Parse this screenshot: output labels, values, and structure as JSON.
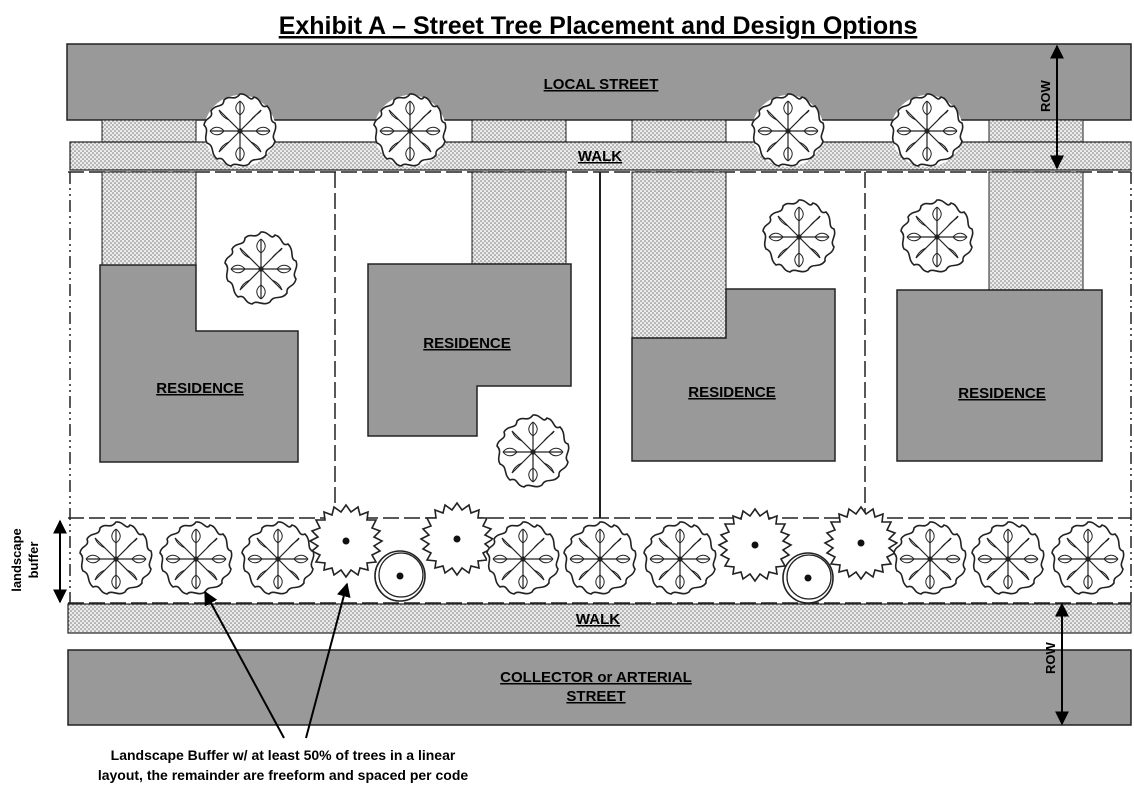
{
  "title": "Exhibit A – Street Tree Placement and Design Options",
  "labels": {
    "local_street": "LOCAL STREET",
    "walk_top": "WALK",
    "walk_bottom": "WALK",
    "collector_line1": "COLLECTOR or ARTERIAL",
    "collector_line2": "STREET",
    "row_top": "ROW",
    "row_bottom": "ROW",
    "landscape_line1": "landscape",
    "landscape_line2": "buffer",
    "caption_line1": "Landscape Buffer w/ at least 50% of trees in a linear",
    "caption_line2": "layout, the remainder are freeform and spaced per code"
  },
  "residences": [
    "RESIDENCE",
    "RESIDENCE",
    "RESIDENCE",
    "RESIDENCE"
  ],
  "colors": {
    "road": "#999999",
    "residence": "#999999",
    "walk": "#e4e4e4",
    "outline": "#222222"
  },
  "icons": {
    "tree": "deciduous-tree-icon",
    "spiky_tree": "spiky-tree-icon",
    "round_tree": "round-tree-icon"
  }
}
